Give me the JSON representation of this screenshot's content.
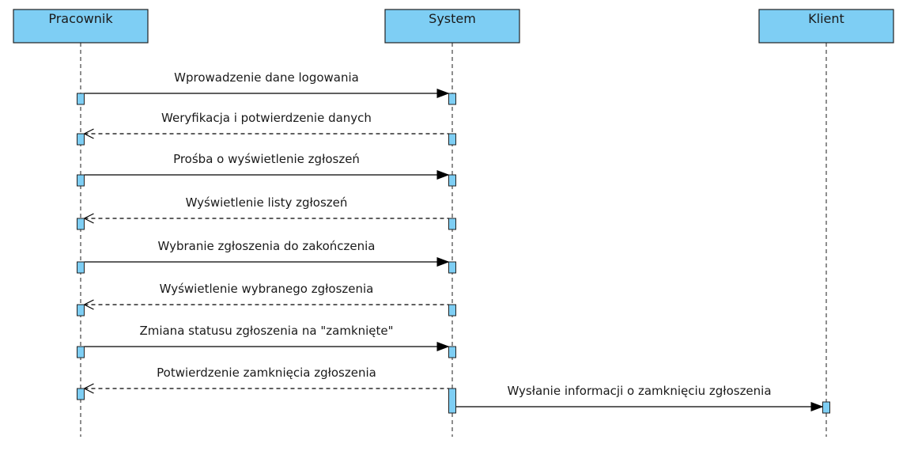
{
  "colors": {
    "actor_fill": "#7ecef4",
    "activation_fill": "#7ecef4",
    "line": "#000000"
  },
  "actors": [
    {
      "id": "pracownik",
      "label": "Pracownik"
    },
    {
      "id": "system",
      "label": "System"
    },
    {
      "id": "klient",
      "label": "Klient"
    }
  ],
  "messages": [
    {
      "from": "pracownik",
      "to": "system",
      "kind": "sync",
      "label": "Wprowadzenie dane logowania"
    },
    {
      "from": "system",
      "to": "pracownik",
      "kind": "return",
      "label": "Weryfikacja i potwierdzenie danych"
    },
    {
      "from": "pracownik",
      "to": "system",
      "kind": "sync",
      "label": "Prośba o wyświetlenie zgłoszeń"
    },
    {
      "from": "system",
      "to": "pracownik",
      "kind": "return",
      "label": "Wyświetlenie listy zgłoszeń"
    },
    {
      "from": "pracownik",
      "to": "system",
      "kind": "sync",
      "label": "Wybranie zgłoszenia do zakończenia"
    },
    {
      "from": "system",
      "to": "pracownik",
      "kind": "return",
      "label": "Wyświetlenie wybranego zgłoszenia"
    },
    {
      "from": "pracownik",
      "to": "system",
      "kind": "sync",
      "label": "Zmiana statusu zgłoszenia na \"zamknięte\""
    },
    {
      "from": "system",
      "to": "pracownik",
      "kind": "return",
      "label": "Potwierdzenie zamknięcia zgłoszenia"
    },
    {
      "from": "system",
      "to": "klient",
      "kind": "sync",
      "label": "Wysłanie informacji o zamknięciu zgłoszenia"
    }
  ]
}
